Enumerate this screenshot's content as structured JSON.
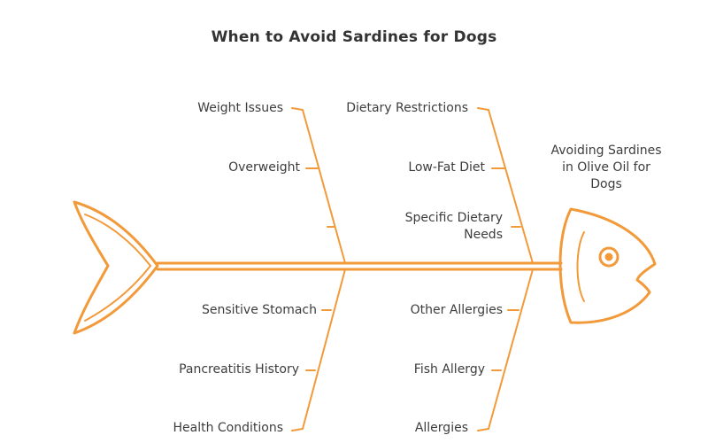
{
  "title": "When to Avoid Sardines for Dogs",
  "effect": {
    "line1": "Avoiding Sardines",
    "line2": "in Olive Oil for",
    "line3": "Dogs"
  },
  "top_left_bone": {
    "category": "Weight Issues",
    "causes": [
      "Overweight"
    ]
  },
  "top_right_bone": {
    "category": "Dietary Restrictions",
    "causes": [
      "Low-Fat Diet"
    ],
    "cause_multiline": {
      "line1": "Specific Dietary",
      "line2": "Needs"
    }
  },
  "bottom_left_bone": {
    "category": "Health Conditions",
    "causes": [
      "Sensitive Stomach",
      "Pancreatitis History"
    ]
  },
  "bottom_right_bone": {
    "category": "Allergies",
    "causes": [
      "Other Allergies",
      "Fish Allergy"
    ]
  },
  "colors": {
    "accent": "#f29a3a",
    "text": "#3d3d3d"
  },
  "icons": {
    "head": "fish-head-icon",
    "tail": "fish-tail-icon"
  }
}
